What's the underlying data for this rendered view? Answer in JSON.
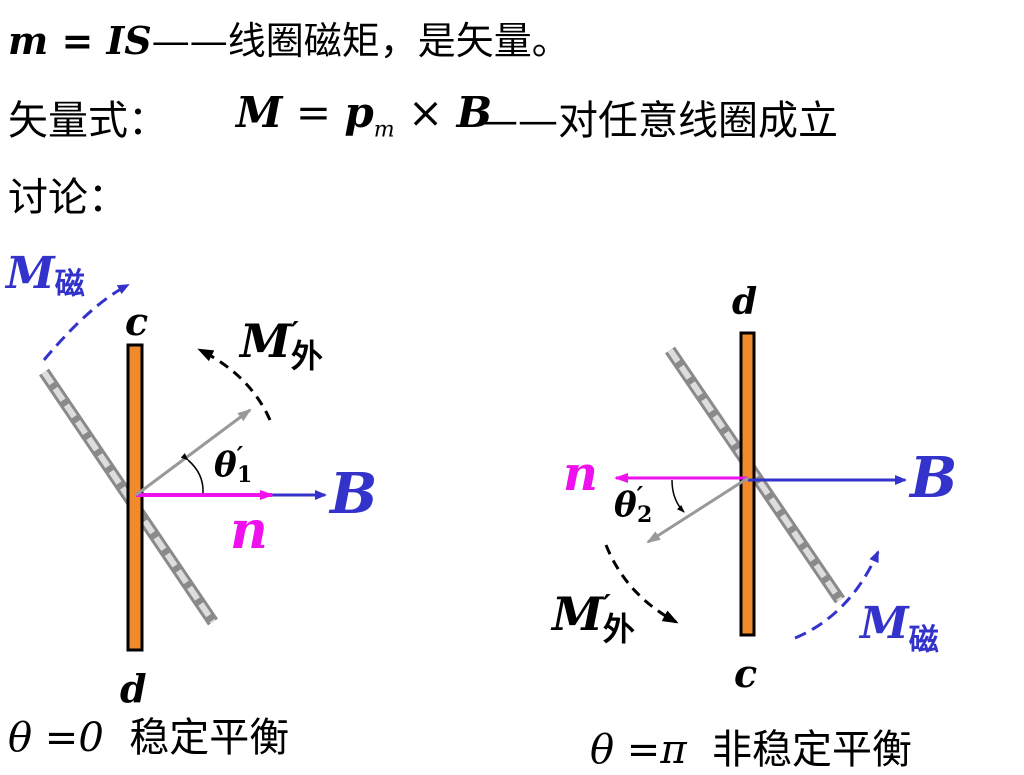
{
  "text": {
    "line1_formula": "m = IS",
    "line1_desc": "——线圈磁矩，是矢量。",
    "line2_label": "矢量式：",
    "line2_M": "M",
    "line2_eq": " = ",
    "line2_p": "p",
    "line2_sub": "m",
    "line2_times": " × ",
    "line2_B": "B",
    "line2_tail": "——对任意线圈成立",
    "line3": "讨论："
  },
  "left": {
    "M_mag": "M",
    "M_mag_sub": "磁",
    "top_label": "c",
    "bottom_label": "d",
    "M_ext": "M",
    "M_ext_prime": "′",
    "M_ext_sub": "外",
    "theta": "θ",
    "theta_prime": "′",
    "theta_sub": "1",
    "B": "B",
    "n": "n",
    "caption_theta": "θ =0",
    "caption_text": "稳定平衡"
  },
  "right": {
    "top_label": "d",
    "bottom_label": "c",
    "n": "n",
    "B": "B",
    "theta": "θ",
    "theta_prime": "′",
    "theta_sub": "2",
    "M_ext": "M",
    "M_ext_prime": "′",
    "M_ext_sub": "外",
    "M_mag": "M",
    "M_mag_sub": "磁",
    "caption_theta": "θ =π",
    "caption_text": "非稳定平衡"
  },
  "colors": {
    "coil": "#f08a2c",
    "blue": "#3333cc",
    "magenta": "#ee11ee",
    "gray": "#999999",
    "dashed_coil": "#bbbbbb"
  }
}
